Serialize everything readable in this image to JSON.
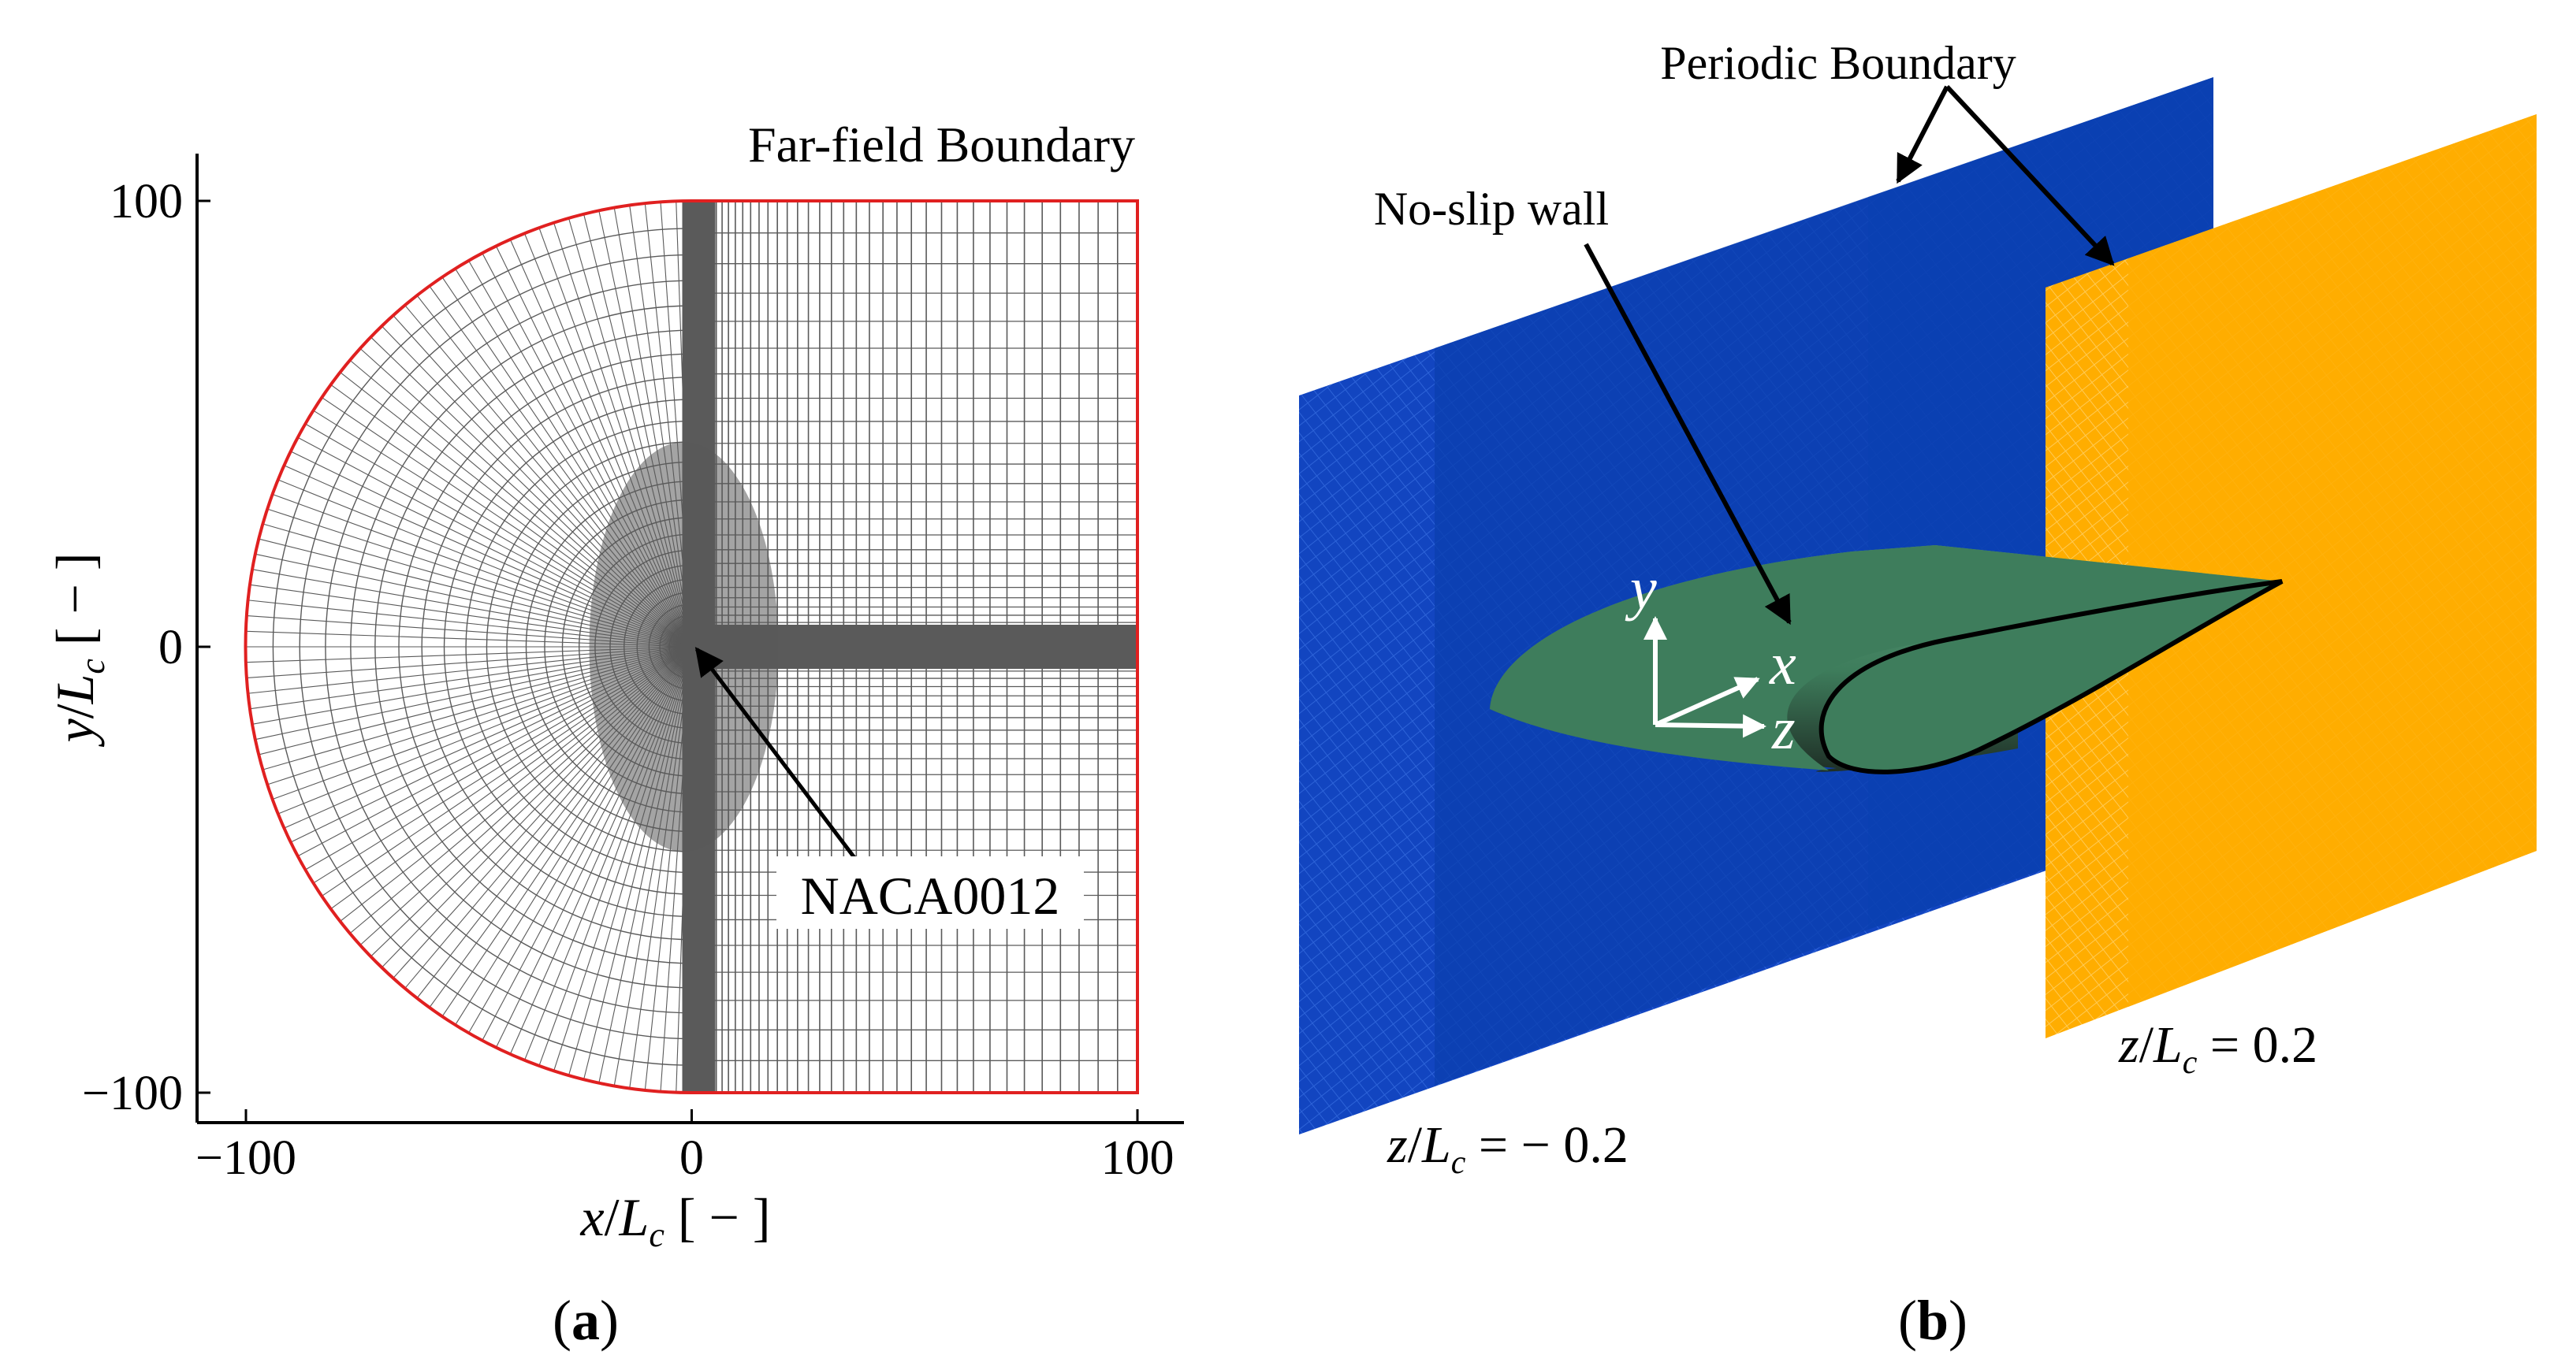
{
  "panel_a": {
    "caption": "(a)",
    "far_field_label": "Far-field Boundary",
    "airfoil_label": "NACA0012",
    "x_axis": {
      "label_parts": [
        "x",
        "/",
        "L",
        "c",
        " [ − ]"
      ],
      "ticks": [
        "−100",
        "0",
        "100"
      ],
      "tick_values": [
        -100,
        0,
        100
      ],
      "range": [
        -110,
        110
      ]
    },
    "y_axis": {
      "label_parts": [
        "y",
        "/",
        "L",
        "c",
        " [ − ]"
      ],
      "ticks": [
        "−100",
        "0",
        "100"
      ],
      "tick_values": [
        -100,
        0,
        100
      ],
      "range": [
        -110,
        110
      ]
    },
    "colors": {
      "boundary": "#e02020",
      "mesh": "#5a5a5a"
    }
  },
  "panel_b": {
    "caption": "(b)",
    "periodic_label": "Periodic Boundary",
    "wall_label": "No-slip wall",
    "z_left": {
      "var": "z",
      "den": "L",
      "sub": "c",
      "rhs": " = − 0.2"
    },
    "z_right": {
      "var": "z",
      "den": "L",
      "sub": "c",
      "rhs": " = 0.2"
    },
    "axes": {
      "y": "y",
      "x": "x",
      "z": "z"
    },
    "colors": {
      "left_plane": "#0a3fb0",
      "right_plane": "#ffad00",
      "wing": "#3e7d5c"
    }
  }
}
